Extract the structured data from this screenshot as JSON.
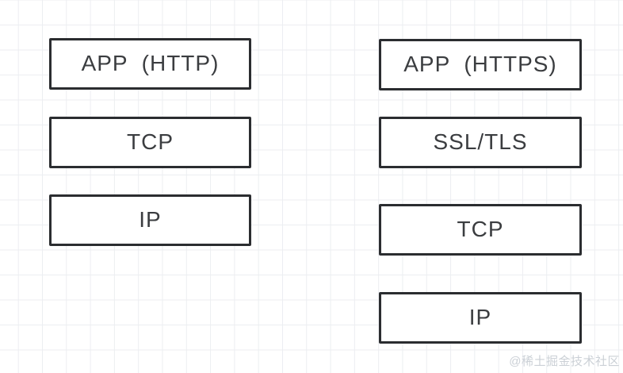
{
  "colors": {
    "background": "#ffffff",
    "grid_line": "#eceef1",
    "box_border": "#2b2d30",
    "box_fill": "#ffffff",
    "text": "#3b3d40",
    "watermark": "#cbd0d6"
  },
  "stacks": [
    {
      "id": "http-stack",
      "layers": [
        {
          "label": "APP  (HTTP)"
        },
        {
          "label": "TCP"
        },
        {
          "label": "IP"
        }
      ]
    },
    {
      "id": "https-stack",
      "layers": [
        {
          "label": "APP  (HTTPS)"
        },
        {
          "label": "SSL/TLS"
        },
        {
          "label": "TCP"
        },
        {
          "label": "IP"
        }
      ]
    }
  ],
  "watermark": {
    "text": "@稀土掘金技术社区"
  }
}
